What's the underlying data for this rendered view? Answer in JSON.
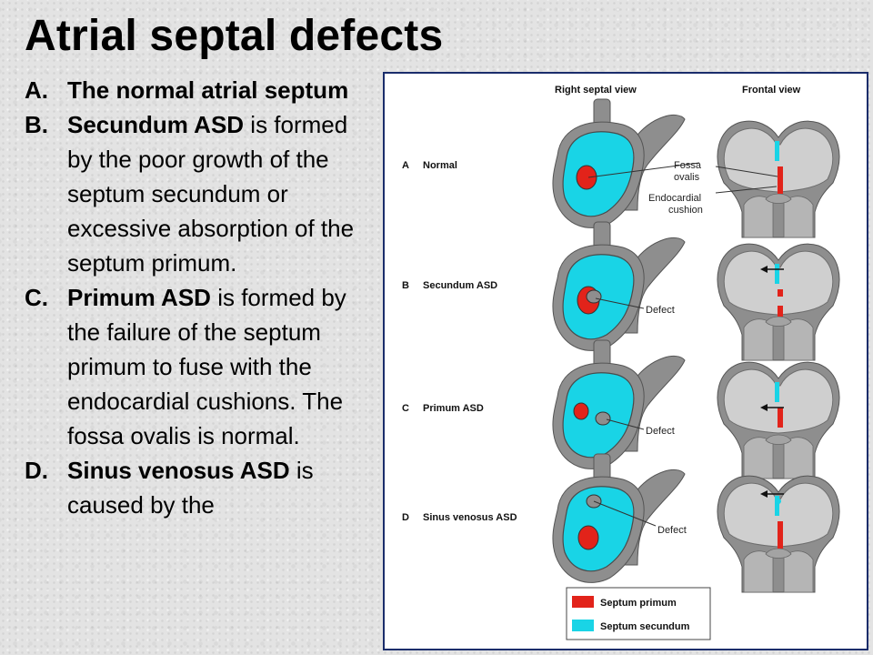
{
  "slide": {
    "title": "Atrial septal defects",
    "points": [
      {
        "letter": "A.",
        "bold": "The normal atrial septum",
        "text": ""
      },
      {
        "letter": "B.",
        "bold": "Secundum ASD",
        "text": " is formed by the poor growth of the septum secundum or excessive absorption of the septum primum."
      },
      {
        "letter": "C.",
        "bold": "Primum ASD",
        "text": " is formed by the failure of the septum primum to fuse with the endocardial cushions. The fossa ovalis is normal."
      },
      {
        "letter": "D.",
        "bold": "Sinus venosus ASD",
        "text": " is caused by the"
      }
    ]
  },
  "figure": {
    "headers": {
      "right": "Right septal view",
      "frontal": "Frontal view"
    },
    "rows": [
      {
        "letter": "A",
        "label": "Normal"
      },
      {
        "letter": "B",
        "label": "Secundum ASD"
      },
      {
        "letter": "C",
        "label": "Primum ASD"
      },
      {
        "letter": "D",
        "label": "Sinus venosus ASD"
      }
    ],
    "callouts": {
      "fossa_1": "Fossa",
      "fossa_2": "ovalis",
      "endo_1": "Endocardial",
      "endo_2": "cushion",
      "defect_b": "Defect",
      "defect_c": "Defect",
      "defect_d": "Defect"
    },
    "legend": [
      {
        "label": "Septum primum",
        "color": "#e2231a"
      },
      {
        "label": "Septum secundum",
        "color": "#19d4e6"
      }
    ]
  },
  "colors": {
    "septum_primum": "#e2231a",
    "septum_secundum": "#19d4e6",
    "tissue": "#8e8e8e",
    "frame_border": "#1a2d6b"
  }
}
